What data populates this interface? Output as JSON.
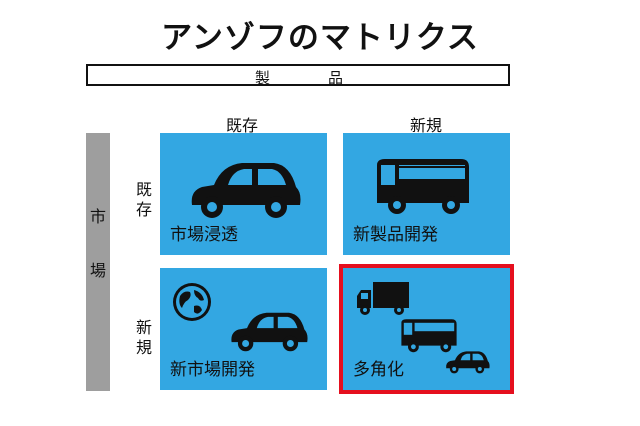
{
  "title": "アンゾフのマトリクス",
  "product": {
    "chars": [
      "製",
      "品"
    ]
  },
  "columns": {
    "existing": "既存",
    "new": "新規"
  },
  "market": {
    "chars": [
      "市",
      "場"
    ]
  },
  "rows": {
    "existing_chars": [
      "既",
      "存"
    ],
    "new_chars": [
      "新",
      "規"
    ]
  },
  "quadrants": {
    "penetration": "市場浸透",
    "product_dev": "新製品開発",
    "market_dev": "新市場開発",
    "diversification": "多角化"
  },
  "colors": {
    "quad_bg": "#33a7e2",
    "highlight": "#e50f1e",
    "market_bar": "#9e9e9e"
  }
}
